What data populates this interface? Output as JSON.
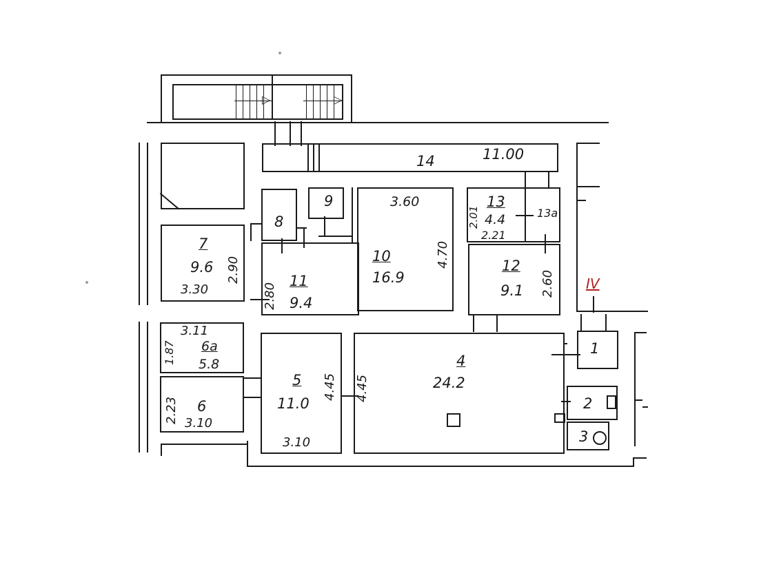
{
  "rooms": {
    "r14": {
      "number": "14",
      "length": "11.00"
    },
    "r13": {
      "number": "13",
      "area": "4.4",
      "width": "2.21",
      "height": "2.01"
    },
    "r13a": {
      "number": "13a"
    },
    "r9": {
      "number": "9"
    },
    "r8": {
      "number": "8"
    },
    "r10": {
      "number": "10",
      "area": "16.9",
      "width": "3.60",
      "height": "4.70"
    },
    "r7": {
      "number": "7",
      "area": "9.6",
      "width": "3.30",
      "height": "2.90"
    },
    "r11": {
      "number": "11",
      "area": "9.4",
      "height": "2.80"
    },
    "r12": {
      "number": "12",
      "area": "9.1",
      "height": "2.60"
    },
    "r6a": {
      "number": "6a",
      "area": "5.8",
      "width": "3.11",
      "height": "1.87"
    },
    "r6": {
      "number": "6",
      "width": "3.10",
      "height": "2.23"
    },
    "r5": {
      "number": "5",
      "area": "11.0",
      "width": "3.10",
      "height": "4.45"
    },
    "r4": {
      "number": "4",
      "area": "24.2",
      "height": "4.45"
    },
    "r1": {
      "number": "1"
    },
    "r2": {
      "number": "2"
    },
    "r3": {
      "number": "3"
    }
  },
  "section_mark": "IV"
}
